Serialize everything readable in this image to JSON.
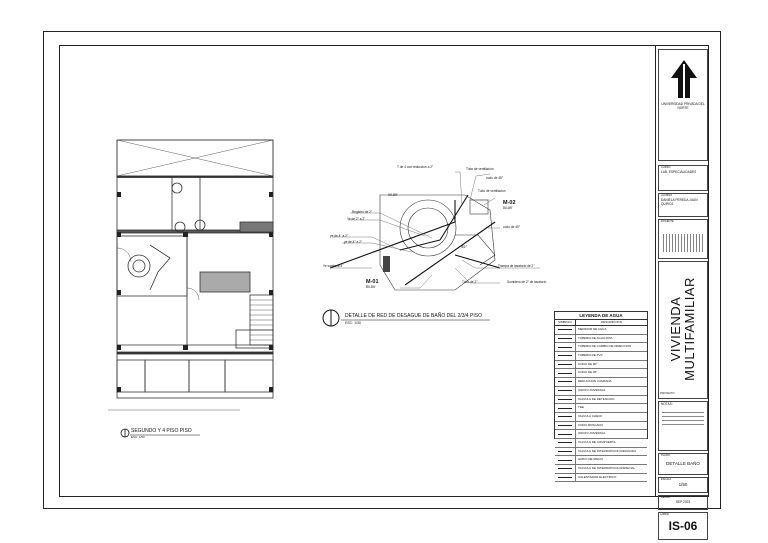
{
  "titleblock": {
    "north_caption": "UNIVERSIDAD PRIVADA DEL NORTE",
    "box1_label": "CURSO",
    "box1_text": "LAB. ESPECIALIDADES",
    "box2_label": "ALUMNO",
    "box2_text": "DANIELA PEREDA JUAN QUIROZ",
    "box3_label": "DOCENTE",
    "project_title_line1": "VIVIENDA",
    "project_title_line2": "MULTIFAMILIAR",
    "project_label": "PROYECTO",
    "notes_label": "NOTAS:",
    "plan_label": "PLANO",
    "plan_text": "DETALLE BAÑO",
    "scale_label": "ESCALA",
    "scale_text": "1/50",
    "date_label": "FECHA",
    "date_text": "SEP 2023",
    "sheet_label": "LÁMINA",
    "sheet_no": "IS-06"
  },
  "plan": {
    "caption": "SEGUNDO Y 4 PISO  PISO",
    "scale": "ESC: 1/50"
  },
  "detail": {
    "caption": "DETALLE DE RED DE DESAGUE DE BAÑO DEL 2/3/4 PISO",
    "scale": "ESC: 1/30",
    "labels": {
      "l1": "T de 4 con reduccion a 2\"",
      "l2": "Tubo de ventilacion",
      "l3": "codo de 45°",
      "l4": "Tubo de ventilacion",
      "l5": "Registro de 2\"",
      "l6": "Ye de 2\" a 2\"",
      "l7": "ye de 4\" a 2\"",
      "l8": "ye de 4\" a 2\"",
      "l9": "Ye sanitaria 4\"",
      "l10": "Trampa de lavatorio de 2\"",
      "l11": "Sumidero de 2\" de lavatorio",
      "l12": "Tubo de 2\"",
      "l13": "codo de 45°",
      "m1_tag": "M-02",
      "m1_val": "80-89'",
      "m2_tag": "M-01",
      "m2_val": "80-89'",
      "d1": "45°",
      "d2": "90-89'"
    }
  },
  "legend": {
    "title": "LEYENDA DE AGUA",
    "col_symbol": "SIMBOLO",
    "col_desc": "DESCRIPCION",
    "rows": [
      "MEDIDOR DE AGUA",
      "TUBERIA DE AGUA FRIA",
      "TUBERIA DE CAMBIO DE DIRECCION",
      "TUBERIA DE PVC",
      "CODO DE 90°",
      "CODO DE 45°",
      "REDUCCION CAMPANA",
      "UNION UNIVERSAL",
      "VALVULA DE RETENCION",
      "TEE",
      "VALVULA CHECK",
      "CODO ROSCADO",
      "UNION UNIVERSAL",
      "VALVULA DE COMPUERTA",
      "VALVULA DE INTERRUPCION REDUCIDA",
      "GRIFO DE RIEGO",
      "VALVULA DE INTERRUPCION ESPECIAL",
      "CALENTADOR ELECTRICO"
    ]
  }
}
